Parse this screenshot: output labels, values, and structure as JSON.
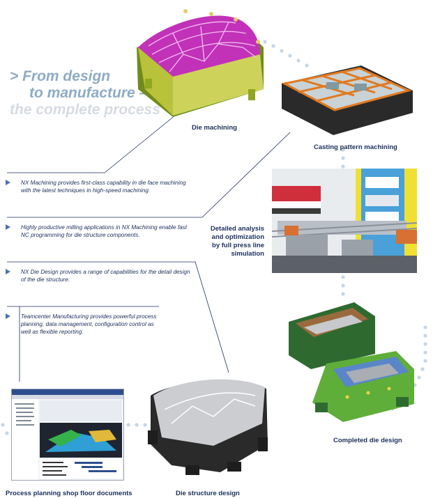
{
  "headline": {
    "line1": "> From design",
    "line2": "to manufacture –",
    "line3": "the complete process"
  },
  "captions": {
    "die_machining": "Die machining",
    "casting_pattern": "Casting pattern machining",
    "analysis_line1": "Detailed analysis",
    "analysis_line2": "and optimization",
    "analysis_line3": "by full press line",
    "analysis_line4": "simulation",
    "completed_die": "Completed die design",
    "die_structure": "Die structure design",
    "process_planning": "Process planning shop floor documents"
  },
  "bullets": [
    {
      "text": "NX Machining provides first-class capability in die face machining with the latest techniques in high-speed machining."
    },
    {
      "text": "Highly productive milling applications in NX Machining enable fast NC programming for die structure components."
    },
    {
      "text": "NX Die Design provides a range of capabilities for the detail design of the die structure."
    },
    {
      "text": "Teamcenter Manufacturing provides powerful process planning, data management, configuration control as well as flexible reporting."
    }
  ],
  "colors": {
    "caption_navy": "#1b2f5b",
    "headline_blue": "#8eabc6",
    "headline_light": "#d6dbe1",
    "bullet_marker": "#4a6fb5",
    "connector_dots": "#c7d5e6",
    "leader_line": "#1b2f5b"
  }
}
